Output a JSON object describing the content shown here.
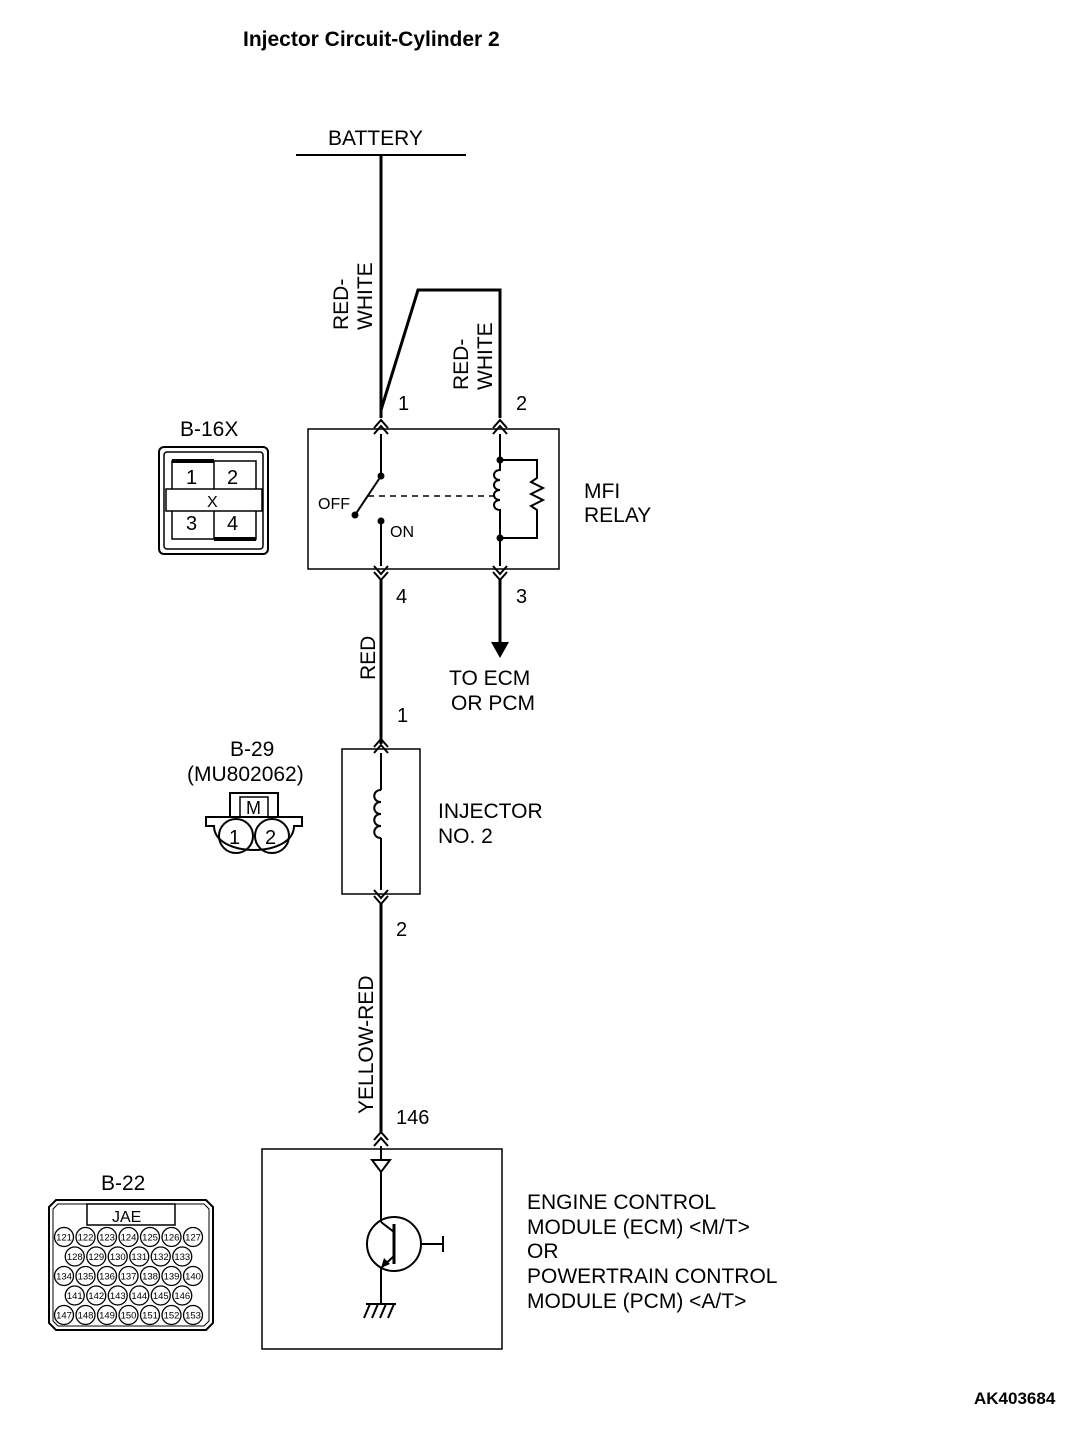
{
  "title": "Injector Circuit-Cylinder 2",
  "figure_id": "AK403684",
  "battery": "BATTERY",
  "wires": {
    "battery_to_pin1_line1": "RED-",
    "battery_to_pin1_line2": "WHITE",
    "pin2_line1": "RED-",
    "pin2_line2": "WHITE",
    "relay_to_injector": "RED",
    "injector_to_ecm": "YELLOW-RED"
  },
  "mfi_relay": {
    "label_line1": "MFI",
    "label_line2": "RELAY",
    "off": "OFF",
    "on": "ON",
    "pins": [
      "1",
      "2",
      "4",
      "3"
    ],
    "to_ecm_line1": "TO ECM",
    "to_ecm_line2": "OR PCM"
  },
  "connector_b16x": {
    "name": "B-16X",
    "pins": [
      "1",
      "2",
      "3",
      "4"
    ],
    "center_mark": "X"
  },
  "injector": {
    "label_line1": "INJECTOR",
    "label_line2": "NO. 2",
    "pin_top": "1",
    "pin_bottom": "2"
  },
  "connector_b29": {
    "name": "B-29",
    "part": "(MU802062)",
    "mark": "M",
    "pins": [
      "1",
      "2"
    ]
  },
  "ecm": {
    "pin": "146",
    "label_lines": [
      "ENGINE CONTROL",
      "MODULE (ECM) <M/T>",
      "OR",
      "POWERTRAIN CONTROL",
      "MODULE (PCM) <A/T>"
    ]
  },
  "connector_b22": {
    "name": "B-22",
    "maker": "JAE",
    "rows": [
      [
        "121",
        "122",
        "123",
        "124",
        "125",
        "126",
        "127"
      ],
      [
        "128",
        "129",
        "130",
        "131",
        "132",
        "133"
      ],
      [
        "134",
        "135",
        "136",
        "137",
        "138",
        "139",
        "140"
      ],
      [
        "141",
        "142",
        "143",
        "144",
        "145",
        "146"
      ],
      [
        "147",
        "148",
        "149",
        "150",
        "151",
        "152",
        "153"
      ]
    ]
  }
}
